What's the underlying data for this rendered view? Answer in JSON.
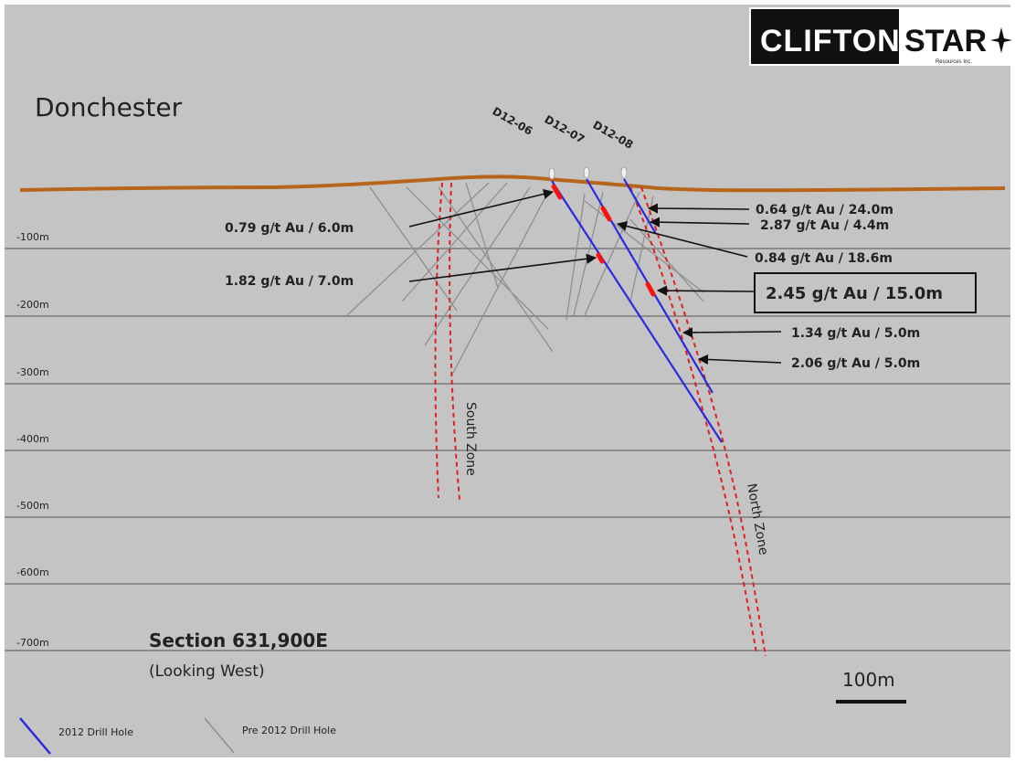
{
  "location": "Donchester",
  "logo": {
    "word1": "CLIFTON",
    "word2": "STAR",
    "sub": "Resources Inc."
  },
  "holes": [
    "D12-06",
    "D12-07",
    "D12-08"
  ],
  "depths": [
    "-100m",
    "-200m",
    "-300m",
    "-400m",
    "-500m",
    "-600m",
    "-700m"
  ],
  "annotations": [
    "0.79 g/t Au / 6.0m",
    "1.82 g/t Au / 7.0m",
    "0.64 g/t Au / 24.0m",
    "2.87 g/t Au / 4.4m",
    "0.84 g/t Au / 18.6m",
    "2.45 g/t Au / 15.0m",
    "1.34 g/t Au / 5.0m",
    "2.06 g/t Au / 5.0m"
  ],
  "zones": {
    "south": "South Zone",
    "north": "North Zone"
  },
  "section": {
    "title": "Section 631,900E",
    "subtitle": "(Looking West)"
  },
  "scale": "100m",
  "legend": {
    "new_hole": "2012 Drill Hole",
    "old_hole": "Pre 2012 Drill Hole"
  },
  "colors": {
    "background": "#c4c4c4",
    "surface": "#b8651c",
    "drill_2012": "#2a2ae0",
    "drill_pre2012": "#8f8f8f",
    "zone": "#e02020",
    "grid": "#7a7a7a"
  }
}
